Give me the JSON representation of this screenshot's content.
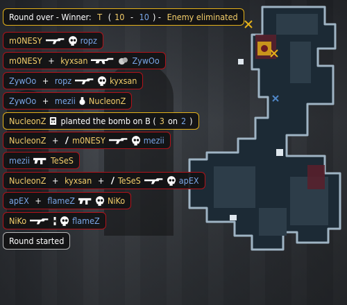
{
  "kill_feed": [
    {
      "parts": [
        {
          "text": "Round over - Winner: ",
          "cls": "w"
        },
        {
          "text": "T",
          "cls": "t"
        },
        {
          "text": " (",
          "cls": "w"
        },
        {
          "text": "10",
          "cls": "t"
        },
        {
          "text": " - ",
          "cls": "w"
        },
        {
          "text": "10",
          "cls": "ct"
        },
        {
          "text": ") - ",
          "cls": "w"
        },
        {
          "text": "Enemy eliminated",
          "cls": "t"
        }
      ],
      "border": "gold"
    },
    {
      "parts": [
        {
          "text": "m0NESY",
          "cls": "t"
        },
        {
          "icon": "rifle-icon"
        },
        {
          "icon": "headshot-icon"
        },
        {
          "text": "ropz",
          "cls": "ct"
        }
      ],
      "border": "red"
    },
    {
      "parts": [
        {
          "text": "m0NESY",
          "cls": "t"
        },
        {
          "text": " + ",
          "cls": "w"
        },
        {
          "text": "kyxsan",
          "cls": "t"
        },
        {
          "icon": "ak-rifle-icon"
        },
        {
          "icon": "smoke-icon"
        },
        {
          "text": "ZywOo",
          "cls": "ct"
        }
      ],
      "border": "red"
    },
    {
      "parts": [
        {
          "text": "ZywOo",
          "cls": "ct"
        },
        {
          "text": " + ",
          "cls": "w"
        },
        {
          "text": "ropz",
          "cls": "ct"
        },
        {
          "icon": "rifle-icon"
        },
        {
          "icon": "headshot-icon"
        },
        {
          "text": "kyxsan",
          "cls": "t"
        }
      ],
      "border": "red"
    },
    {
      "parts": [
        {
          "text": "ZywOo",
          "cls": "ct"
        },
        {
          "text": " + ",
          "cls": "w"
        },
        {
          "text": "mezii",
          "cls": "ct"
        },
        {
          "icon": "grenade-icon"
        },
        {
          "text": "NucleonZ",
          "cls": "t"
        }
      ],
      "border": "red"
    },
    {
      "parts": [
        {
          "text": "NucleonZ",
          "cls": "t"
        },
        {
          "icon": "bomb-icon"
        },
        {
          "text": "planted the bomb on B (",
          "cls": "w"
        },
        {
          "text": "3",
          "cls": "t"
        },
        {
          "text": "on",
          "cls": "w"
        },
        {
          "text": "2",
          "cls": "ct"
        },
        {
          "text": ")",
          "cls": "w"
        }
      ],
      "border": "gold"
    },
    {
      "parts": [
        {
          "text": "NucleonZ",
          "cls": "t"
        },
        {
          "text": " + ",
          "cls": "w"
        },
        {
          "icon": "flash-assist-icon"
        },
        {
          "text": "m0NESY",
          "cls": "t"
        },
        {
          "icon": "rifle-icon"
        },
        {
          "icon": "headshot-icon"
        },
        {
          "text": "mezii",
          "cls": "ct"
        }
      ],
      "border": "red"
    },
    {
      "parts": [
        {
          "text": "mezii",
          "cls": "ct"
        },
        {
          "icon": "smg-icon"
        },
        {
          "text": "TeSeS",
          "cls": "t"
        }
      ],
      "border": "red"
    },
    {
      "parts": [
        {
          "text": "NucleonZ",
          "cls": "t"
        },
        {
          "text": " + ",
          "cls": "w"
        },
        {
          "text": "kyxsan",
          "cls": "t"
        },
        {
          "text": " + ",
          "cls": "w"
        },
        {
          "icon": "flash-assist-icon"
        },
        {
          "text": "TeSeS",
          "cls": "t"
        },
        {
          "icon": "rifle-icon"
        },
        {
          "icon": "headshot-icon"
        },
        {
          "text": "apEX",
          "cls": "ct"
        }
      ],
      "border": "red"
    },
    {
      "parts": [
        {
          "text": "apEX",
          "cls": "ct"
        },
        {
          "text": " + ",
          "cls": "w"
        },
        {
          "text": "flameZ",
          "cls": "ct"
        },
        {
          "icon": "smg-icon"
        },
        {
          "icon": "headshot-icon"
        },
        {
          "text": "NiKo",
          "cls": "t"
        }
      ],
      "border": "red"
    },
    {
      "parts": [
        {
          "text": "NiKo",
          "cls": "t"
        },
        {
          "icon": "rifle-icon"
        },
        {
          "icon": "wallbang-icon"
        },
        {
          "icon": "headshot-icon"
        },
        {
          "text": "flameZ",
          "cls": "ct"
        }
      ],
      "border": "red"
    },
    {
      "parts": [
        {
          "text": "Round started",
          "cls": "w"
        }
      ],
      "border": "grey"
    }
  ],
  "colors": {
    "t": "#f3ce6b",
    "ct": "#7aa7e8",
    "red_border": "#b3131b",
    "gold_border": "#e6b219"
  }
}
